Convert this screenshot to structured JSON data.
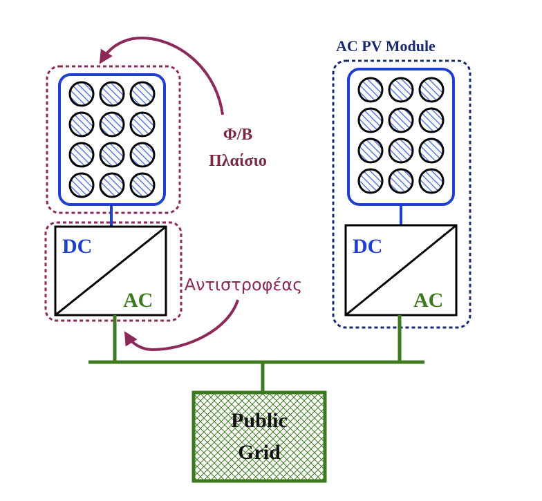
{
  "labels": {
    "pv_panel_line1": "Φ/Β",
    "pv_panel_line2": "Πλαίσιο",
    "inverter": "Αντιστροφέας",
    "ac_pv_module": "AC PV Module",
    "dc": "DC",
    "ac": "AC",
    "grid_line1": "Public",
    "grid_line2": "Grid"
  },
  "colors": {
    "panel_blue": "#1f3fd0",
    "maroon": "#8b2a5a",
    "navy": "#1a2a6e",
    "green": "#3d7a1f",
    "black": "#000000",
    "grid_fill": "#e4f0dc"
  }
}
